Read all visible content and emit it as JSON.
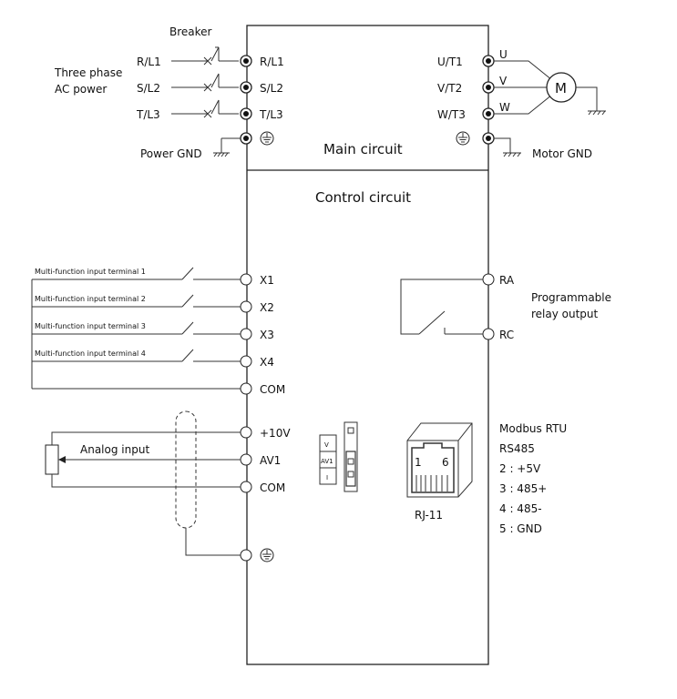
{
  "power": {
    "breaker": "Breaker",
    "source_line1": "Three phase",
    "source_line2": "AC power",
    "inputs": [
      "R/L1",
      "S/L2",
      "T/L3"
    ],
    "terminals": [
      "R/L1",
      "S/L2",
      "T/L3"
    ],
    "power_gnd": "Power GND"
  },
  "main": {
    "title": "Main circuit",
    "outputs": [
      "U/T1",
      "V/T2",
      "W/T3"
    ],
    "phases": [
      "U",
      "V",
      "W"
    ],
    "motor": "M",
    "motor_gnd": "Motor GND"
  },
  "control": {
    "title": "Control circuit",
    "input_labels": [
      "Multi-function input terminal 1",
      "Multi-function input terminal 2",
      "Multi-function input terminal 3",
      "Multi-function input terminal 4"
    ],
    "input_terminals": [
      "X1",
      "X2",
      "X3",
      "X4",
      "COM"
    ],
    "relay_terminals": [
      "RA",
      "RC"
    ],
    "relay_line1": "Programmable",
    "relay_line2": "relay output",
    "analog_label": "Analog input",
    "analog_terminals": [
      "+10V",
      "AV1",
      "COM"
    ],
    "jumper_labels": [
      "V",
      "AV1",
      "I"
    ],
    "port_pins": [
      "1",
      "6"
    ],
    "port_name": "RJ-11",
    "modbus": [
      "Modbus RTU",
      "RS485",
      "2 : +5V",
      "3 : 485+",
      "4 : 485-",
      "5 : GND"
    ]
  }
}
